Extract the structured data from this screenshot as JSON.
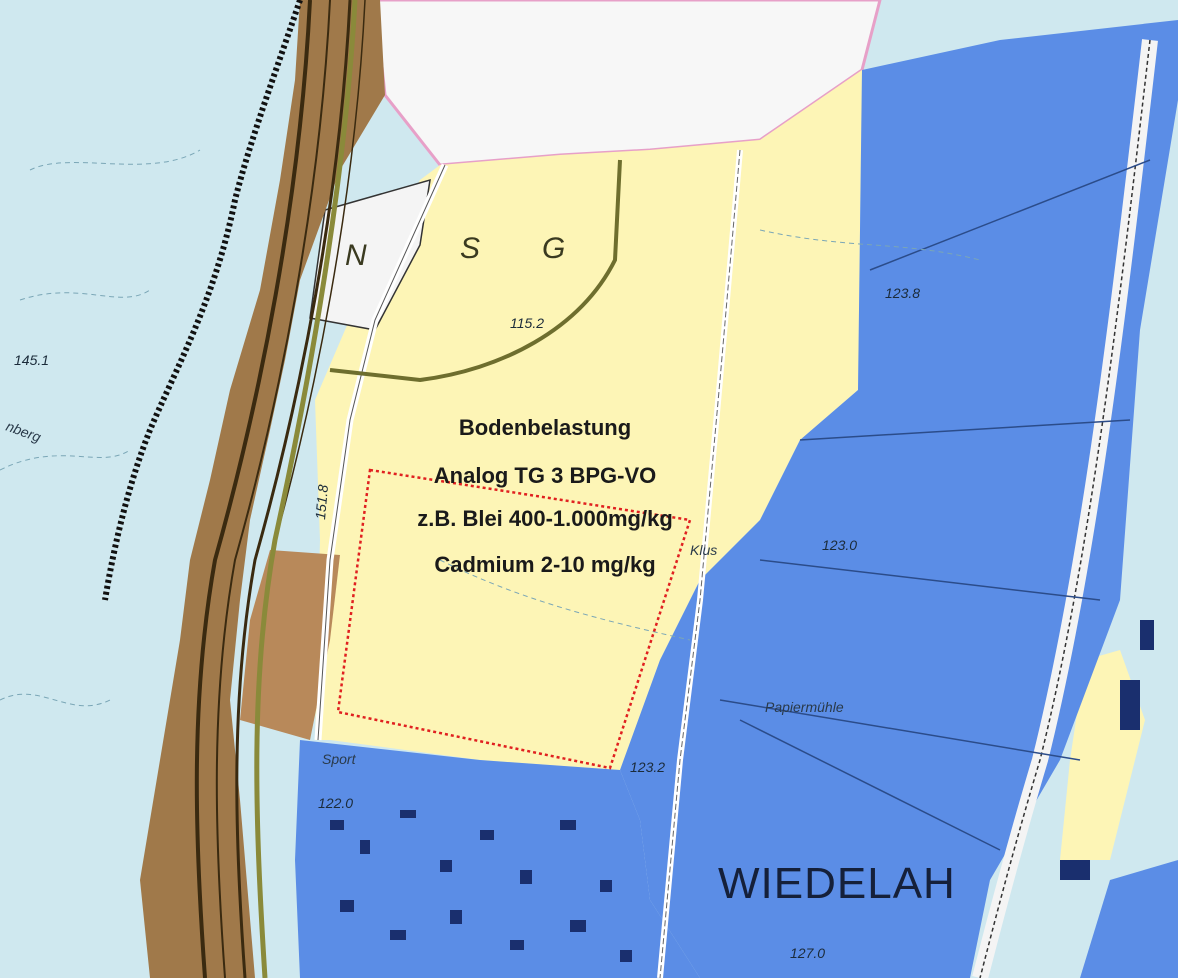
{
  "map": {
    "annotation": {
      "lines": [
        "Bodenbelastung",
        "Analog TG 3 BPG-VO",
        "z.B. Blei 400-1.000mg/kg",
        "Cadmium 2-10 mg/kg"
      ]
    },
    "labels": {
      "town": "WIEDELAH",
      "area_n": "N",
      "area_s": "S",
      "area_g": "G",
      "sport": "Sport",
      "papiermuhle": "Papiermühle",
      "kluse": "Klus",
      "elev_1451": "145.1",
      "elev_1238": "123.8",
      "elev_1232": "123.2",
      "elev_1230": "123.0",
      "elev_1220": "122.0",
      "elev_1270": "127.0",
      "elev_1152": "115.2",
      "elev_1518": "151.8",
      "hill_name": "nberg"
    },
    "colors": {
      "water_light": "#cfe8ef",
      "yellow_zone": "#fdf5b6",
      "blue_zone": "#5b8de6",
      "brown_zone": "#a0794a",
      "white_zone": "#f6f6f6",
      "study_area_outline": "#e02020"
    }
  }
}
